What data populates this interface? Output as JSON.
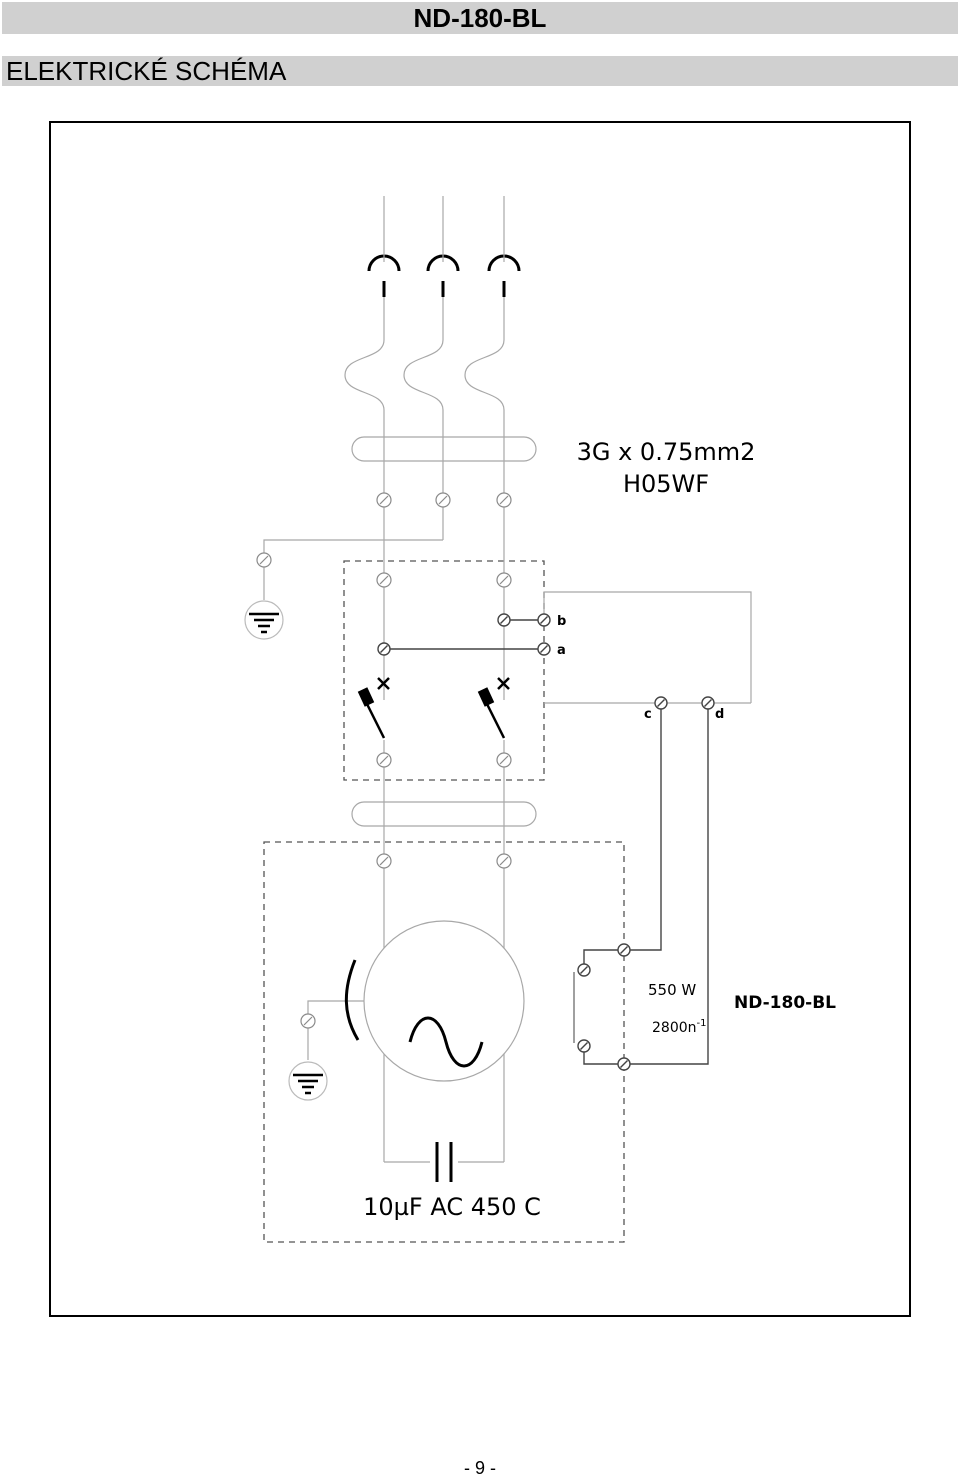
{
  "header": {
    "model": "ND-180-BL",
    "section_title": "ELEKTRICKÉ SCHÉMA"
  },
  "diagram": {
    "cable_spec_line1": "3G x 0.75mm2",
    "cable_spec_line2": "H05WF",
    "terminal_b": "b",
    "terminal_a": "a",
    "terminal_c": "c",
    "terminal_d": "d",
    "motor_power": "550 W",
    "motor_speed": "2800n",
    "motor_speed_exp": "-1",
    "model_label": "ND-180-BL",
    "capacitor_label": "10µF AC 450 C"
  },
  "footer": {
    "page_number": "- 9 -"
  }
}
